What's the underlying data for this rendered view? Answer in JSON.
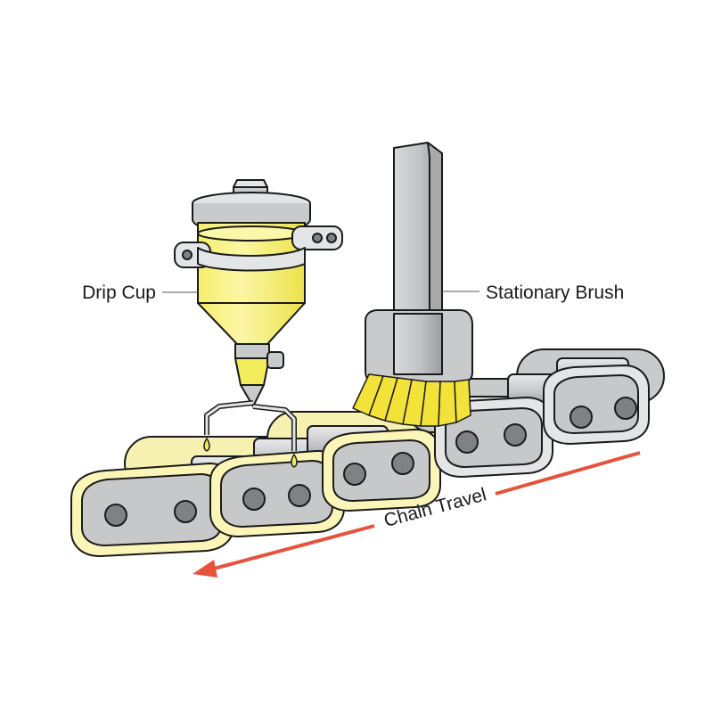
{
  "labels": {
    "drip_cup": "Drip Cup",
    "stationary_brush": "Stationary Brush",
    "chain_travel": "Chain Travel"
  },
  "colors": {
    "oil": "#f2ec5c",
    "oil_light": "#fbf7a8",
    "metal": "#c9cacc",
    "metal_light": "#e4e5e6",
    "metal_dark": "#8e9093",
    "outline": "#1a1a1a",
    "arrow": "#e5533d",
    "brush_bristles": "#f2e33a"
  },
  "icons": {
    "drip_cup": "drip-cup-oiler-icon",
    "brush": "stationary-brush-icon",
    "chain": "roller-chain-icon",
    "arrow": "travel-direction-arrow-icon"
  }
}
